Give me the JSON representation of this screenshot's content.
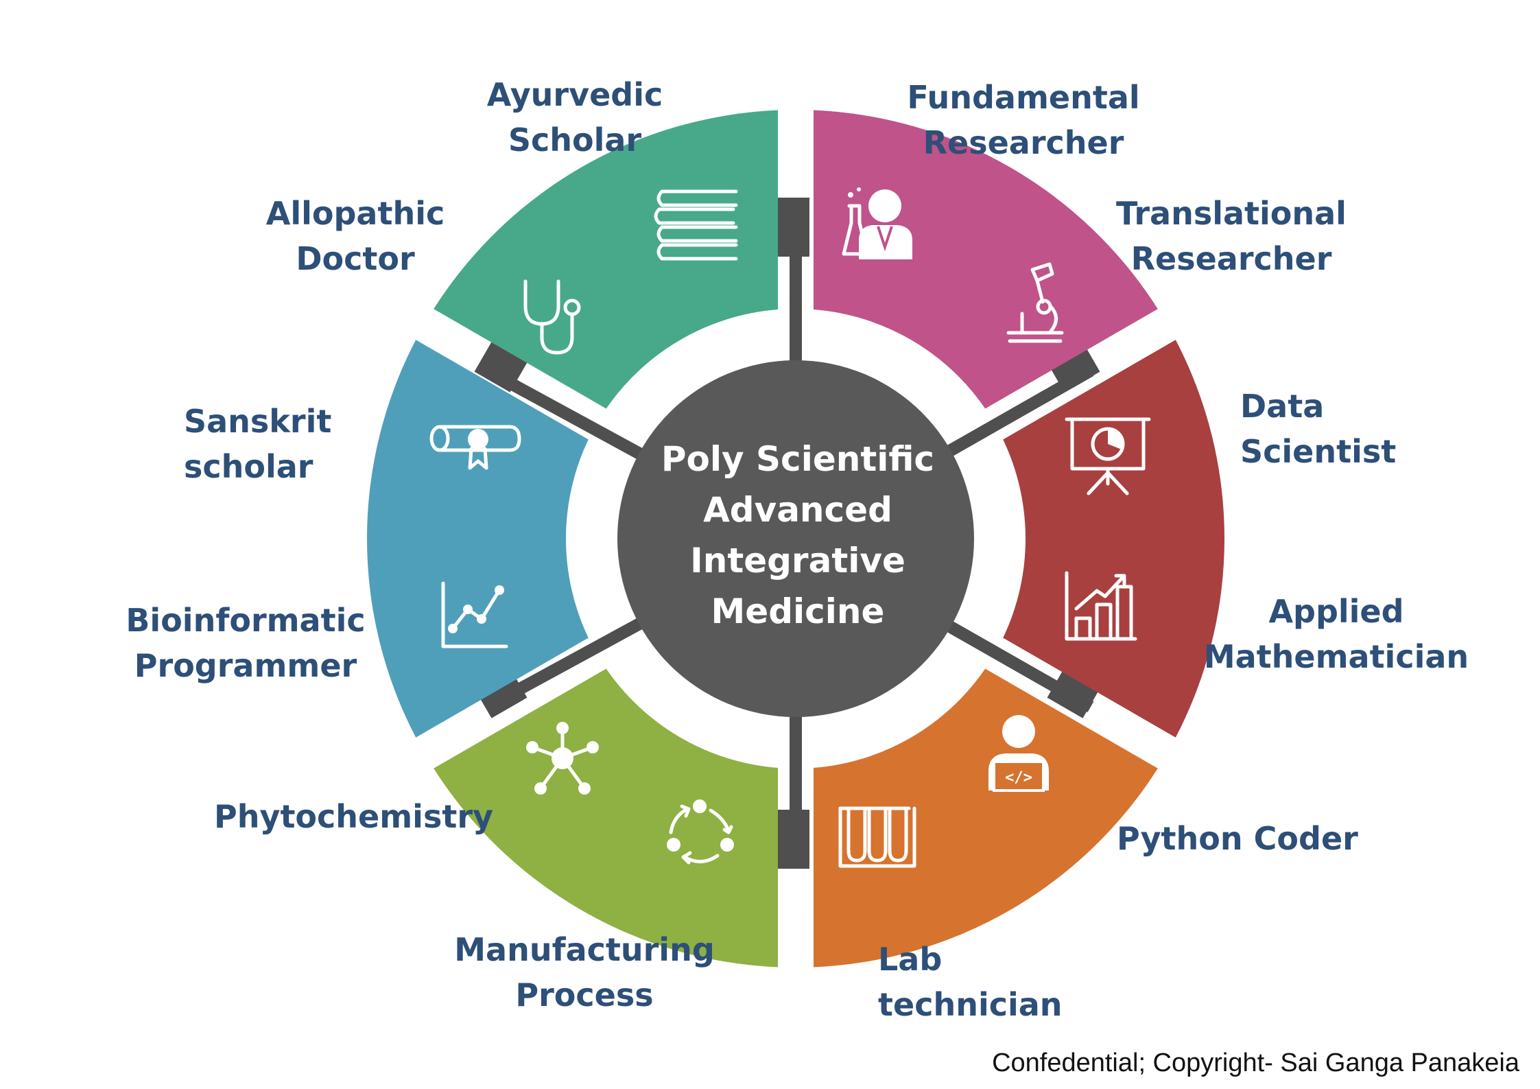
{
  "center": {
    "lines": [
      "Poly Scientific",
      "Advanced",
      "Integrative",
      "Medicine"
    ]
  },
  "colors": {
    "hub": "#595959",
    "spokes": "#4f4f4f",
    "label": "#2d4f78",
    "segments": {
      "research": "#bf538a",
      "data": "#a84040",
      "engineering": "#d6732f",
      "manufacturing": "#8fb043",
      "computational": "#4f9fba",
      "medicine": "#47a98a"
    }
  },
  "segments": [
    {
      "key": "research",
      "roles": [
        {
          "lines": [
            "Fundamental",
            "Researcher"
          ],
          "icon": "scientist-icon"
        },
        {
          "lines": [
            "Translational",
            "Researcher"
          ],
          "icon": "microscope-icon"
        }
      ]
    },
    {
      "key": "data",
      "roles": [
        {
          "lines": [
            "Data",
            "Scientist"
          ],
          "icon": "presentation-chart-icon"
        },
        {
          "lines": [
            "Applied",
            "Mathematician"
          ],
          "icon": "bar-chart-icon"
        }
      ]
    },
    {
      "key": "engineering",
      "roles": [
        {
          "lines": [
            "Python Coder"
          ],
          "icon": "coder-icon"
        },
        {
          "lines": [
            "Lab",
            "technician"
          ],
          "icon": "test-tubes-icon"
        }
      ]
    },
    {
      "key": "manufacturing",
      "roles": [
        {
          "lines": [
            "Manufacturing",
            "Process"
          ],
          "icon": "cycle-icon"
        },
        {
          "lines": [
            "Phytochemistry"
          ],
          "icon": "molecule-icon"
        }
      ]
    },
    {
      "key": "computational",
      "roles": [
        {
          "lines": [
            "Bioinformatic",
            "Programmer"
          ],
          "icon": "line-graph-icon"
        },
        {
          "lines": [
            "Sanskrit",
            "scholar"
          ],
          "icon": "scroll-icon"
        }
      ]
    },
    {
      "key": "medicine",
      "roles": [
        {
          "lines": [
            "Allopathic",
            "Doctor"
          ],
          "icon": "stethoscope-icon"
        },
        {
          "lines": [
            "Ayurvedic",
            "Scholar"
          ],
          "icon": "books-icon"
        }
      ]
    }
  ],
  "footer": {
    "copyright": "Confedential; Copyright- Sai Ganga Panakeia"
  }
}
